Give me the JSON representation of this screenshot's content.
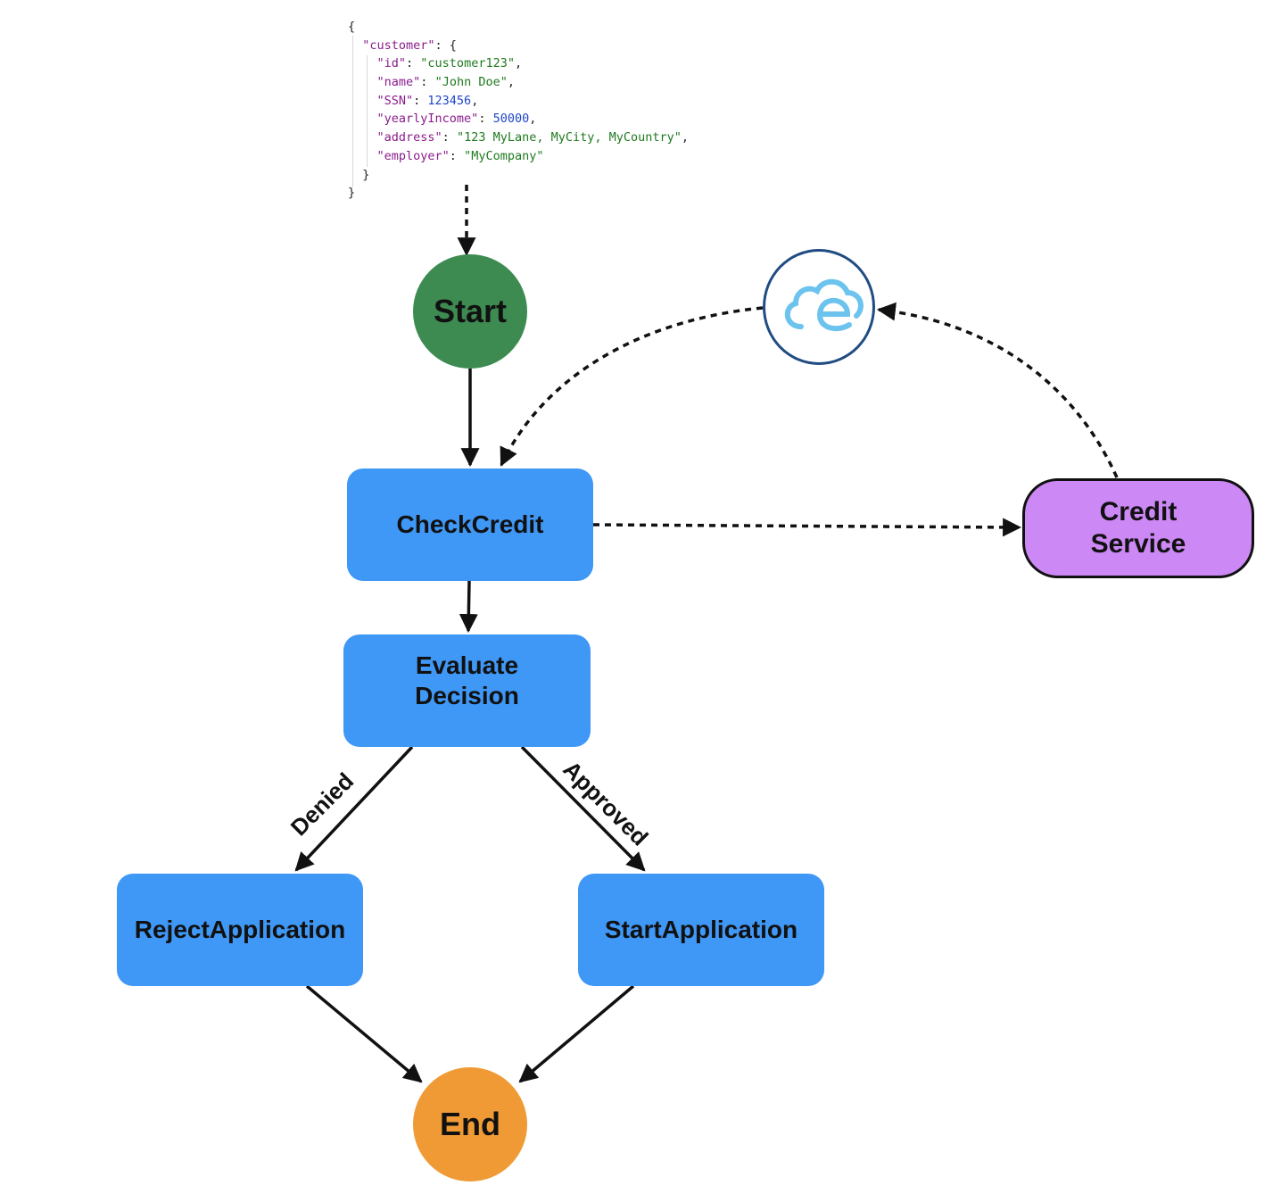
{
  "json_sample": {
    "lines": [
      [
        {
          "t": "{",
          "c": "p"
        }
      ],
      [
        {
          "t": "  ",
          "c": "p"
        },
        {
          "t": "\"customer\"",
          "c": "k"
        },
        {
          "t": ": {",
          "c": "p"
        }
      ],
      [
        {
          "t": "    ",
          "c": "p"
        },
        {
          "t": "\"id\"",
          "c": "k"
        },
        {
          "t": ": ",
          "c": "p"
        },
        {
          "t": "\"customer123\"",
          "c": "s"
        },
        {
          "t": ",",
          "c": "p"
        }
      ],
      [
        {
          "t": "    ",
          "c": "p"
        },
        {
          "t": "\"name\"",
          "c": "k"
        },
        {
          "t": ": ",
          "c": "p"
        },
        {
          "t": "\"John Doe\"",
          "c": "s"
        },
        {
          "t": ",",
          "c": "p"
        }
      ],
      [
        {
          "t": "    ",
          "c": "p"
        },
        {
          "t": "\"SSN\"",
          "c": "k"
        },
        {
          "t": ": ",
          "c": "p"
        },
        {
          "t": "123456",
          "c": "n"
        },
        {
          "t": ",",
          "c": "p"
        }
      ],
      [
        {
          "t": "    ",
          "c": "p"
        },
        {
          "t": "\"yearlyIncome\"",
          "c": "k"
        },
        {
          "t": ": ",
          "c": "p"
        },
        {
          "t": "50000",
          "c": "n"
        },
        {
          "t": ",",
          "c": "p"
        }
      ],
      [
        {
          "t": "    ",
          "c": "p"
        },
        {
          "t": "\"address\"",
          "c": "k"
        },
        {
          "t": ": ",
          "c": "p"
        },
        {
          "t": "\"123 MyLane, MyCity, MyCountry\"",
          "c": "s"
        },
        {
          "t": ",",
          "c": "p"
        }
      ],
      [
        {
          "t": "    ",
          "c": "p"
        },
        {
          "t": "\"employer\"",
          "c": "k"
        },
        {
          "t": ": ",
          "c": "p"
        },
        {
          "t": "\"MyCompany\"",
          "c": "s"
        }
      ],
      [
        {
          "t": "  }",
          "c": "p"
        }
      ],
      [
        {
          "t": "}",
          "c": "p"
        }
      ]
    ]
  },
  "nodes": {
    "start": "Start",
    "check_credit": "CheckCredit",
    "evaluate_decision_line1": "Evaluate",
    "evaluate_decision_line2": "Decision",
    "reject_application": "RejectApplication",
    "start_application": "StartApplication",
    "end": "End",
    "credit_service_line1": "Credit",
    "credit_service_line2": "Service"
  },
  "edge_labels": {
    "denied": "Denied",
    "approved": "Approved"
  },
  "icons": {
    "cloud_event": "cloud-event-icon"
  },
  "colors": {
    "start": "#3e8b52",
    "end": "#f09a36",
    "state": "#3f97f6",
    "service": "#cc88f5",
    "cloud_ring": "#204c82",
    "cloud_icon": "#6cc3ee"
  }
}
